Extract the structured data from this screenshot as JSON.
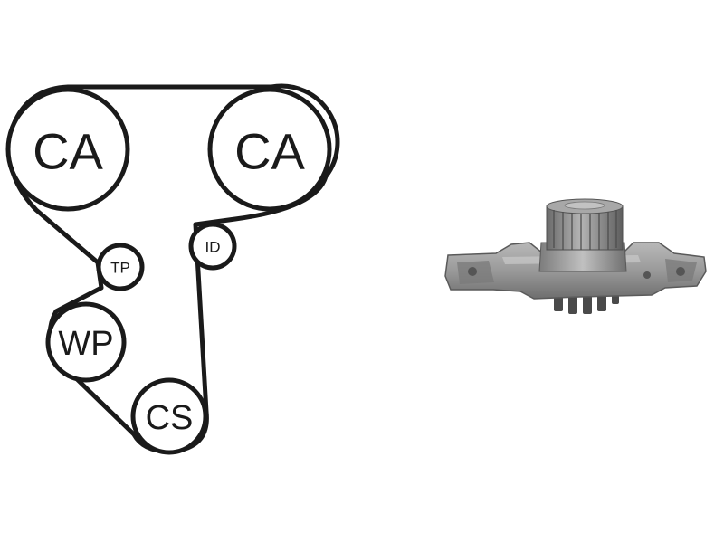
{
  "diagram": {
    "pulleys": {
      "cam_left": {
        "label": "CA"
      },
      "cam_right": {
        "label": "CA"
      },
      "tensioner": {
        "label": "TP"
      },
      "idler": {
        "label": "ID"
      },
      "water_pump": {
        "label": "WP"
      },
      "crankshaft": {
        "label": "CS"
      }
    }
  },
  "product_image": {
    "icon": "water-pump-product-photo",
    "colors": {
      "body": "#9a9a9a",
      "shadow": "#6a6a6a",
      "highlight": "#c8c8c8"
    }
  }
}
